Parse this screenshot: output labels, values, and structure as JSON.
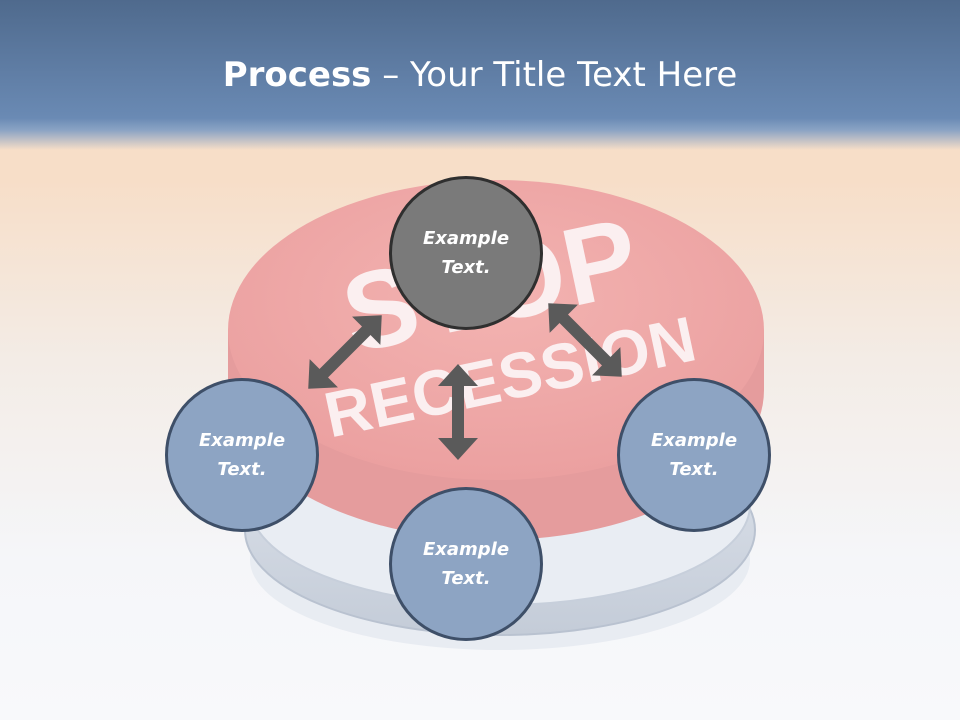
{
  "slide": {
    "title_bold": "Process",
    "title_rest": " – Your Title Text Here"
  },
  "background_art": {
    "button_line1": "STOP",
    "button_line2": "RECESSION"
  },
  "nodes": [
    {
      "id": "top",
      "text": "Example\nText."
    },
    {
      "id": "left",
      "text": "Example\nText."
    },
    {
      "id": "bottom",
      "text": "Example\nText."
    },
    {
      "id": "right",
      "text": "Example\nText."
    }
  ],
  "colors": {
    "header": "#5f7ea6",
    "node_blue": "#8da4c3",
    "node_dark": "#7a7a7a",
    "arrow": "#555555"
  }
}
